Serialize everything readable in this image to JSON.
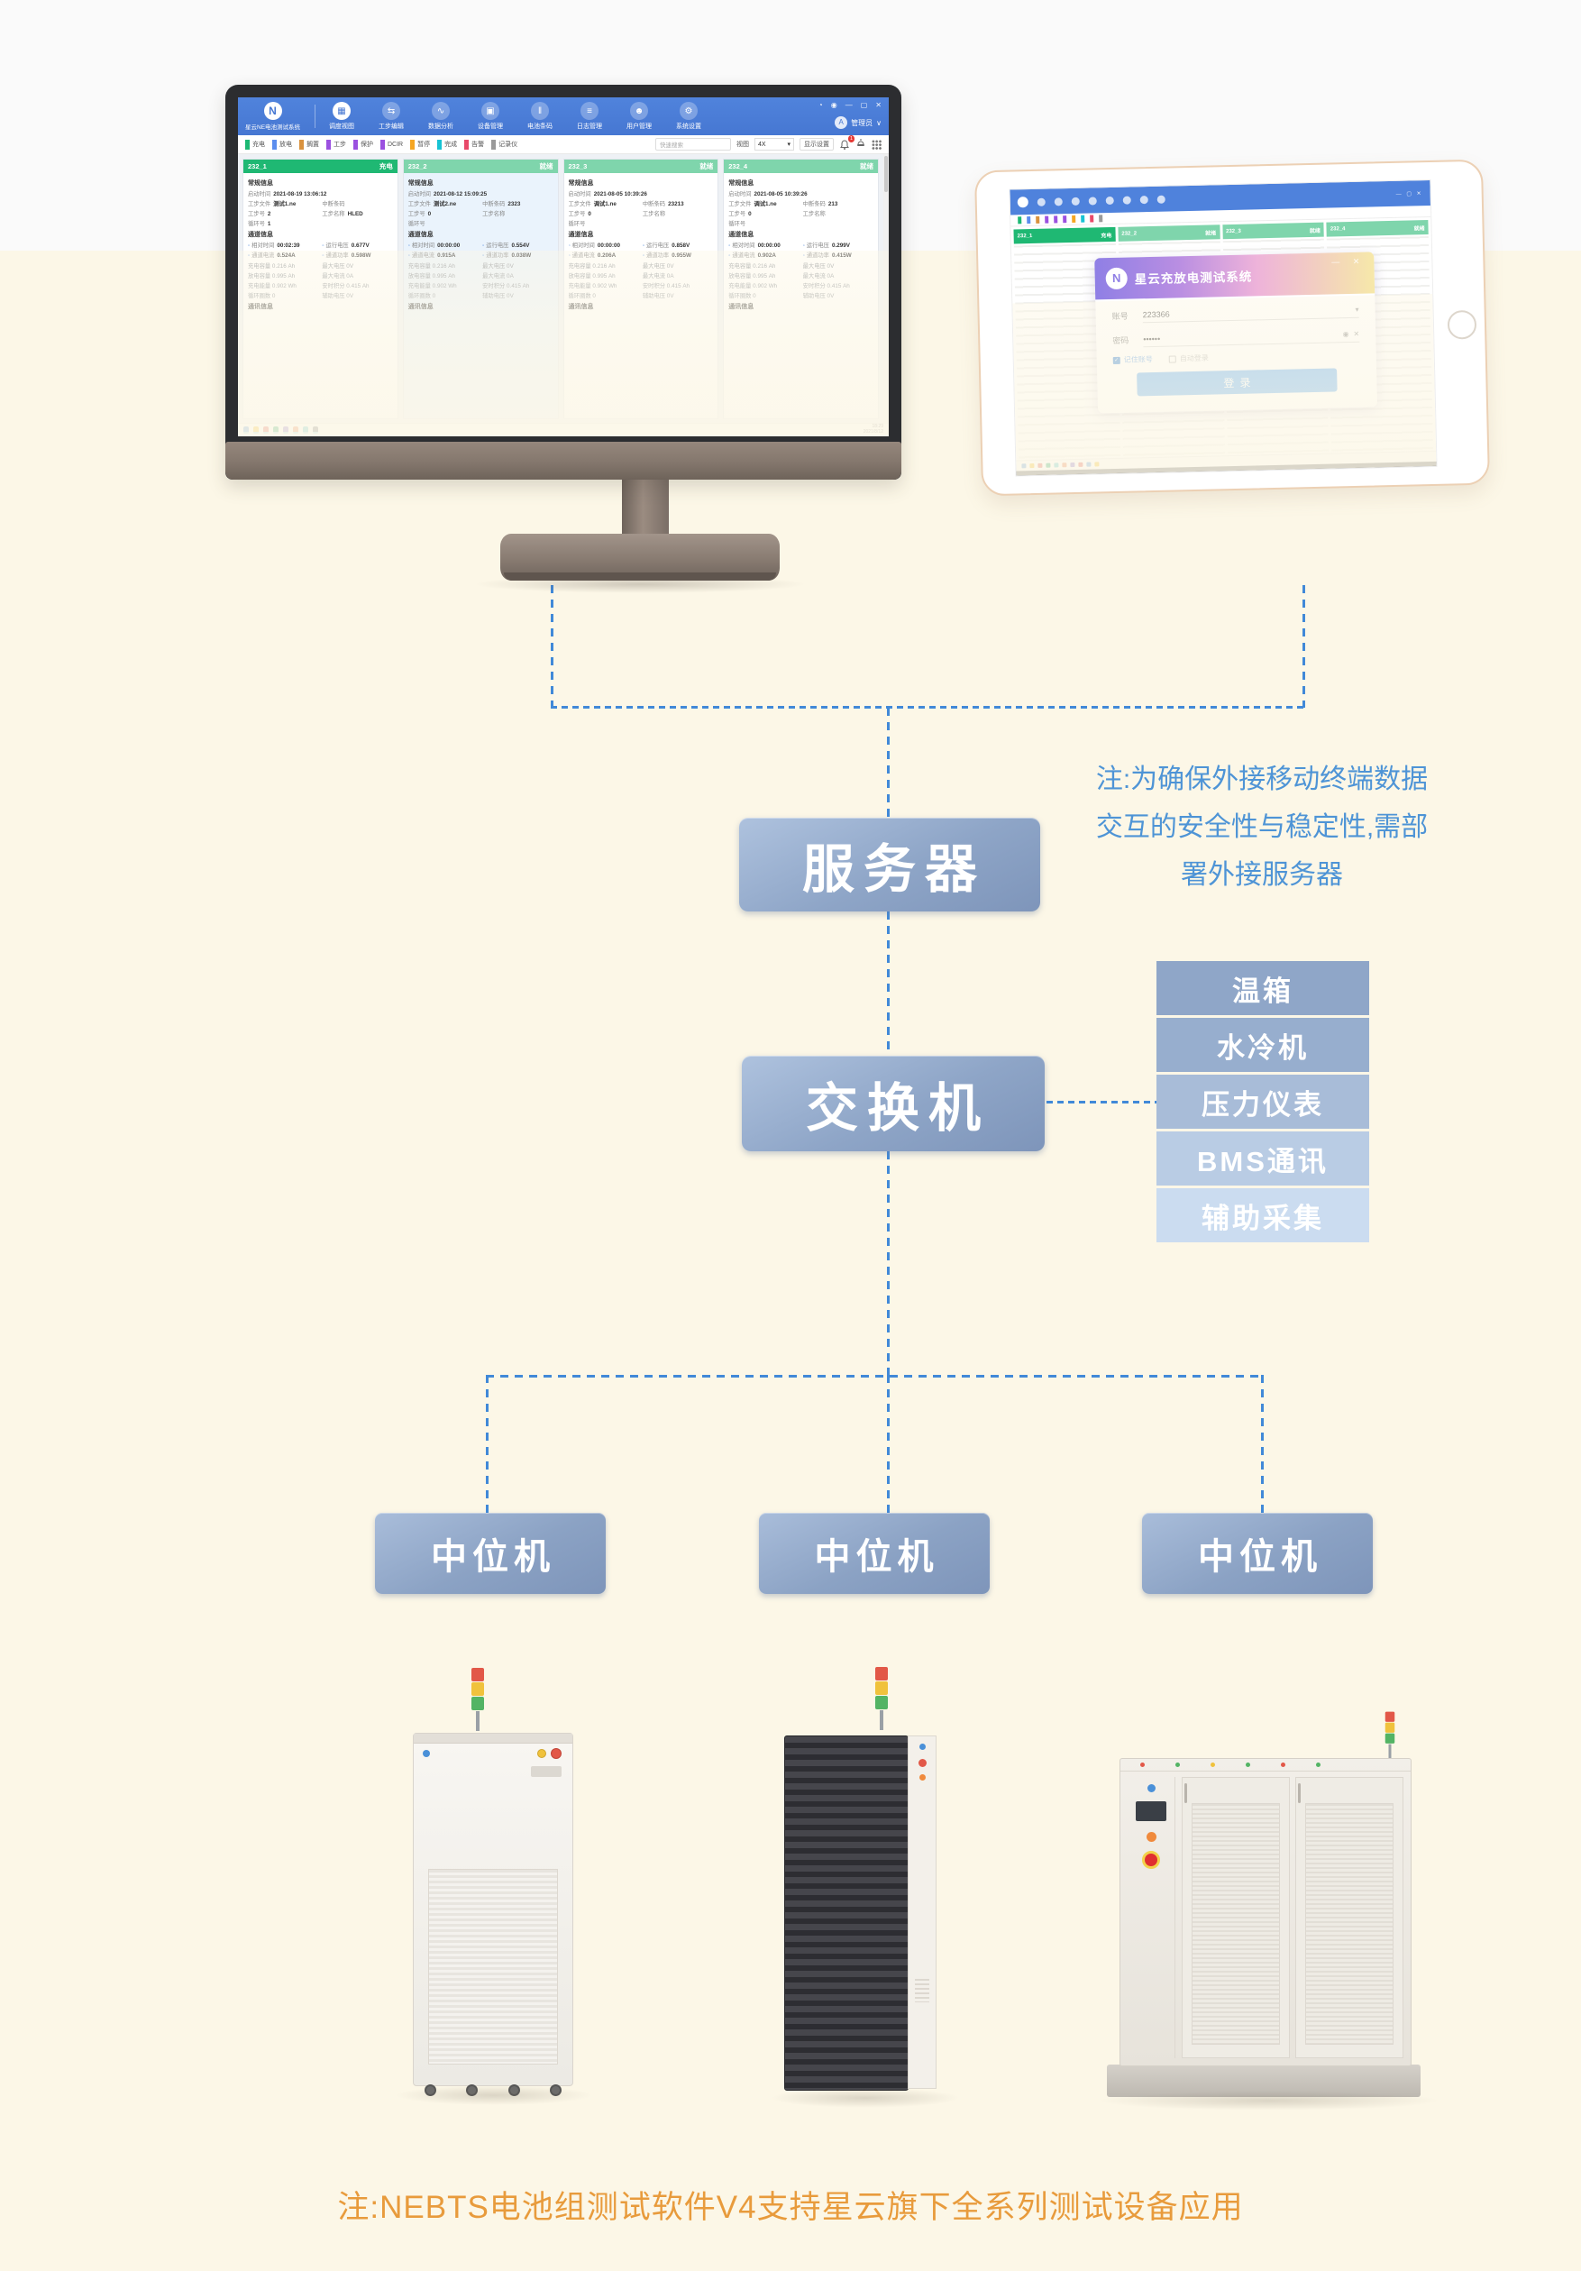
{
  "palette": {
    "background_cream": "#fcf7e7",
    "background_top": "#fafafa",
    "dashed_line_blue": "#4189d8",
    "node_blue_light": "#aec2de",
    "node_blue_dark": "#7e95ba",
    "note_blue": "#4e94d6",
    "note_orange": "#e89b3c",
    "app_header_blue": "#4f82dc"
  },
  "monitor": {
    "app": {
      "logo_text": "星云NE电池测试系统",
      "nav": [
        {
          "icon": "▦",
          "label": "调度视图"
        },
        {
          "icon": "⇆",
          "label": "工步编辑"
        },
        {
          "icon": "∿",
          "label": "数据分析"
        },
        {
          "icon": "▣",
          "label": "设备管理"
        },
        {
          "icon": "‖",
          "label": "电池条码"
        },
        {
          "icon": "≡",
          "label": "日志管理"
        },
        {
          "icon": "☻",
          "label": "用户管理"
        },
        {
          "icon": "⚙",
          "label": "系统设置"
        }
      ],
      "titlebar": {
        "controls": [
          "◔",
          "◉",
          "—",
          "▢",
          "✕"
        ],
        "user": "管理员",
        "user_caret": "∨"
      },
      "legend": [
        {
          "label": "充电",
          "color": "#1db873"
        },
        {
          "label": "放电",
          "color": "#5b8dee"
        },
        {
          "label": "搁置",
          "color": "#d9923f"
        },
        {
          "label": "工步",
          "color": "#9b51e0"
        },
        {
          "label": "保护",
          "color": "#9b51e0"
        },
        {
          "label": "DCIR",
          "color": "#9b51e0"
        },
        {
          "label": "暂停",
          "color": "#f5a623"
        },
        {
          "label": "完成",
          "color": "#17c3d4"
        },
        {
          "label": "告警",
          "color": "#e8496a"
        },
        {
          "label": "记录仪",
          "color": "#9a9a9a"
        }
      ],
      "toolbar": {
        "search_placeholder": "快速搜索",
        "view_label": "视图",
        "view_value": "4X",
        "view_caret": "▾",
        "settings_label": "显示设置",
        "bell_badge": "1"
      },
      "cards": [
        {
          "id": "232_1",
          "status": "充电",
          "header_style": "background:#1fb873",
          "section1": "常规信息",
          "rows": [
            [
              "启动时间",
              "2021-08-19 13:06:12"
            ],
            [
              "工步文件",
              "测试1.ne"
            ],
            [
              "中断条码",
              ""
            ],
            [
              "工步号",
              "2"
            ],
            [
              "工步名称",
              "HLED"
            ],
            [
              "循环号",
              "1"
            ]
          ],
          "section2": "通道信息",
          "chan": [
            [
              "相对时间",
              "00:02:39"
            ],
            [
              "运行电压",
              "0.677V"
            ],
            [
              "通道电流",
              "0.524A"
            ],
            [
              "通道功率",
              "0.598W"
            ]
          ]
        },
        {
          "id": "232_2",
          "status": "就绪",
          "header_style": "background:#7fd5ac",
          "section1": "常规信息",
          "rows": [
            [
              "启动时间",
              "2021-08-12 15:09:25"
            ],
            [
              "工步文件",
              "测试2.ne"
            ],
            [
              "中断条码",
              "2323"
            ],
            [
              "工步号",
              "0"
            ],
            [
              "工步名称",
              ""
            ],
            [
              "循环号",
              ""
            ]
          ],
          "section2": "通道信息",
          "chan": [
            [
              "相对时间",
              "00:00:00"
            ],
            [
              "运行电压",
              "0.554V"
            ],
            [
              "通道电流",
              "0.915A"
            ],
            [
              "通道功率",
              "0.038W"
            ]
          ]
        },
        {
          "id": "232_3",
          "status": "就绪",
          "header_style": "background:#7fd5ac",
          "section1": "常规信息",
          "rows": [
            [
              "启动时间",
              "2021-08-05 10:39:26"
            ],
            [
              "工步文件",
              "调试1.ne"
            ],
            [
              "中断条码",
              "23213"
            ],
            [
              "工步号",
              "0"
            ],
            [
              "工步名称",
              ""
            ],
            [
              "循环号",
              ""
            ]
          ],
          "section2": "通道信息",
          "chan": [
            [
              "相对时间",
              "00:00:00"
            ],
            [
              "运行电压",
              "0.858V"
            ],
            [
              "通道电流",
              "0.206A"
            ],
            [
              "通道功率",
              "0.955W"
            ]
          ]
        },
        {
          "id": "232_4",
          "status": "就绪",
          "header_style": "background:#7fd5ac",
          "section1": "常规信息",
          "rows": [
            [
              "启动时间",
              "2021-08-05 10:39:26"
            ],
            [
              "工步文件",
              "调试1.ne"
            ],
            [
              "中断条码",
              "213"
            ],
            [
              "工步号",
              "0"
            ],
            [
              "工步名称",
              ""
            ],
            [
              "循环号",
              ""
            ]
          ],
          "section2": "通道信息",
          "chan": [
            [
              "相对时间",
              "00:00:00"
            ],
            [
              "运行电压",
              "0.299V"
            ],
            [
              "通道电流",
              "0.902A"
            ],
            [
              "通道功率",
              "0.415W"
            ]
          ]
        }
      ],
      "ghost_pairs": [
        "充电容量 0.216 Ah",
        "最大电压 0V",
        "放电容量 0.995 Ah",
        "最大电流 0A",
        "充电能量 0.902 Wh",
        "安时积分 0.415 Ah",
        "循环圈数 0",
        "辅助电压 0V"
      ],
      "ghost_section": "通讯信息",
      "taskbar_colors": [
        "#4a90d8",
        "#f4b400",
        "#db4437",
        "#0f9d58",
        "#7b61c4",
        "#e8713a",
        "#46bdc6",
        "#5f6368"
      ],
      "taskbar_time": "18:29",
      "taskbar_date": "2021/8/12"
    }
  },
  "tablet": {
    "window_controls": "— ▢ ✕",
    "legend_colors": [
      "#1db873",
      "#5b8dee",
      "#d9923f",
      "#9b51e0",
      "#9b51e0",
      "#9b51e0",
      "#f5a623",
      "#17c3d4",
      "#e8496a",
      "#9a9a9a"
    ],
    "cards": [
      {
        "id": "232_1",
        "status": "充电",
        "style": "background:#1fb873"
      },
      {
        "id": "232_2",
        "status": "就绪",
        "style": "background:#7fd5ac"
      },
      {
        "id": "232_3",
        "status": "就绪",
        "style": "background:#7fd5ac"
      },
      {
        "id": "232_4",
        "status": "就绪",
        "style": "background:#7fd5ac"
      }
    ],
    "login": {
      "logo_glyph": "N",
      "title": "星云充放电测试系统",
      "controls": "— ✕",
      "account_label": "账号",
      "account_value": "223366",
      "account_caret": "▾",
      "password_label": "密码",
      "password_value": "••••••",
      "password_eye": "◉",
      "password_clear": "✕",
      "check_mark": "✓",
      "remember_account": "记住账号",
      "auto_login": "自动登录",
      "submit": "登录"
    },
    "taskbar_colors": [
      "#4a90d8",
      "#f4b400",
      "#db4437",
      "#0f9d58",
      "#46bdc6",
      "#e8713a",
      "#7b61c4",
      "#db4437",
      "#4a90d8",
      "#f4b400"
    ]
  },
  "diagram": {
    "server_label": "服务器",
    "switch_label": "交换机",
    "peripherals": [
      {
        "label": "温箱",
        "color": "#8fa6c8"
      },
      {
        "label": "水冷机",
        "color": "#97aece"
      },
      {
        "label": "压力仪表",
        "color": "#a8bcd8"
      },
      {
        "label": "BMS通讯",
        "color": "#b9cce4"
      },
      {
        "label": "辅助采集",
        "color": "#cbdcf0"
      }
    ],
    "mid_machines": [
      "中位机",
      "中位机",
      "中位机"
    ],
    "note_right_lines": [
      "注:为确保外接移动终端数据",
      "交互的安全性与稳定性,需部",
      "署外接服务器"
    ],
    "note_bottom": "注:NEBTS电池组测试软件V4支持星云旗下全系列测试设备应用"
  }
}
